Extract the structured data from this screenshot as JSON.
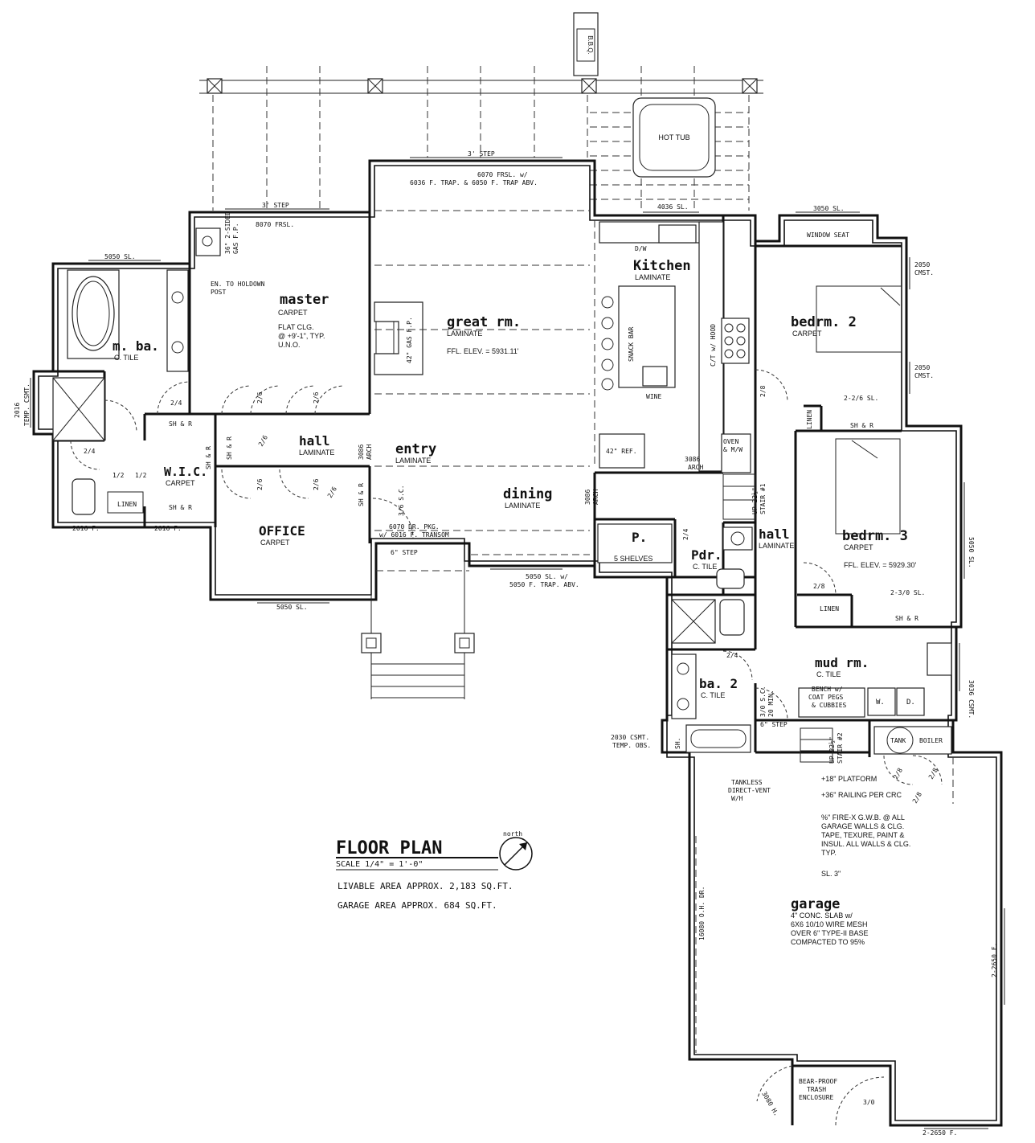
{
  "rooms": {
    "master": {
      "name": "master",
      "finish": "CARPET",
      "note1": "FLAT CLG.",
      "note2": "@ +9'-1\", TYP.",
      "note3": "U.N.O."
    },
    "m_ba": {
      "name": "m. ba.",
      "finish": "C. TILE"
    },
    "wic": {
      "name": "W.I.C.",
      "finish": "CARPET"
    },
    "hall_west": {
      "name": "hall",
      "finish": "LAMINATE"
    },
    "office": {
      "name": "OFFICE",
      "finish": "CARPET"
    },
    "great_rm": {
      "name": "great rm.",
      "finish": "LAMINATE",
      "elev": "FFL. ELEV. = 5931.11'"
    },
    "entry": {
      "name": "entry",
      "finish": "LAMINATE"
    },
    "dining": {
      "name": "dining",
      "finish": "LAMINATE"
    },
    "kitchen": {
      "name": "Kitchen",
      "finish": "LAMINATE"
    },
    "pantry": {
      "name": "P.",
      "note": "5 SHELVES"
    },
    "pdr": {
      "name": "Pdr.",
      "finish": "C. TILE"
    },
    "hall_east": {
      "name": "hall",
      "finish": "LAMINATE"
    },
    "bedrm2": {
      "name": "bedrm. 2",
      "finish": "CARPET"
    },
    "bedrm3": {
      "name": "bedrm. 3",
      "finish": "CARPET",
      "elev": "FFL. ELEV. = 5929.30'"
    },
    "mud_rm": {
      "name": "mud rm.",
      "finish": "C. TILE"
    },
    "ba2": {
      "name": "ba. 2",
      "finish": "C. TILE"
    },
    "garage": {
      "name": "garage",
      "spec": [
        "4\" CONC. SLAB w/",
        "6X6 10/10 WIRE MESH",
        "OVER 6\" TYPE-II BASE",
        "COMPACTED TO 95%"
      ],
      "notes": [
        "%\" FIRE-X G.W.B. @ ALL",
        "GARAGE WALLS & CLG.",
        "TAPE, TEXURE, PAINT &",
        "INSUL. ALL WALLS & CLG.",
        "TYP."
      ],
      "platform": "+18\" PLATFORM",
      "railing": "+36\" RAILING PER CRC",
      "slope": "SL. 3\""
    }
  },
  "labels": {
    "bbq": "B.B.Q.",
    "hot_tub": "HOT TUB",
    "step_top": "3' STEP",
    "window_great": "6070 FRSL. w/",
    "window_great2": "6036 F. TRAP. & 6050 F. TRAP ABV.",
    "step_master": "3' STEP",
    "window_master": "8070 FRSL.",
    "gas_fp": "36\" 2-SIDED",
    "gas_fp2": "GAS F.P.",
    "holdown": "EN. TO HOLDOWN",
    "holdown2": "POST",
    "gas_fp_great": "42\" GAS F.P.",
    "win_mba": "5050 SL.",
    "temp_csmt": "2016",
    "temp_csmt2": "TEMP. CSMT.",
    "win_kitchen": "4036 SL.",
    "dw": "D/W",
    "snack_bar": "SNACK BAR",
    "wine": "WINE",
    "hood": "C/T w/ HOOD",
    "ref": "42\" REF.",
    "oven": "OVEN",
    "oven2": "& M/W",
    "arch_k": "3086",
    "arch_k2": "ARCH",
    "arch_h": "3086",
    "arch_h2": "ARCH",
    "arch_d": "3086",
    "arch_d2": "ARCH",
    "win_b2": "3050 SL.",
    "window_seat": "WINDOW SEAT",
    "cmst1": "2050",
    "cmst1b": "CMST.",
    "cmst2": "2050",
    "cmst2b": "CMST.",
    "door_28": "2/8",
    "door_226": "2-2/6 SL.",
    "linen_b": "LINEN",
    "shr_b2": "SH & R",
    "win_b3": "5050 SL.",
    "door_28b": "2/8",
    "door_230": "2-3/0 SL.",
    "linen_c": "LINEN",
    "shr_b3": "SH & R",
    "csmt_mud": "3036 CSMT.",
    "bench": "BENCH w/",
    "bench2": "COAT PEGS",
    "bench3": "& CUBBIES",
    "washer": "W.",
    "dryer": "D.",
    "tank": "TANK",
    "boiler": "BOILER",
    "step6": "6\" STEP",
    "sc": "3/0 S.C.",
    "sc2": "20 MIN.",
    "stair1": "UP-22½\"",
    "stair1b": "STAIR #1",
    "stair2": "UP 22½\"",
    "stair2b": "STAIR #2",
    "tankless": "TANKLESS",
    "tankless2": "DIRECT-VENT",
    "tankless3": "W/H",
    "csmt_ba2": "2030 CSMT.",
    "csmt_ba2b": "TEMP. OBS.",
    "sh": "SH.",
    "oh_door": "16080 O.H. DR.",
    "garage_f1": "2-2650 F.",
    "garage_f2": "2-2650 F.",
    "trash": "BEAR-PROOF",
    "trash2": "TRASH",
    "trash3": "ENCLOSURE",
    "door_30": "3/0",
    "door_3080": "3080 H.",
    "win_office": "5050 SL.",
    "win_dining": "5050 SL. w/",
    "win_dining2": "5050 F. TRAP. ABV.",
    "front_door": "6070 DR. PKG.",
    "front_door2": "w/ 6016 F. TRANSOM",
    "step_front": "6\" STEP",
    "sc_front": "3/6 S.C.",
    "win_2016a": "2016 F.",
    "win_2016b": "2016 F.",
    "linen_a": "LINEN",
    "shr1": "SH & R",
    "shr2": "SH & R",
    "shr3": "SH & R",
    "shr4": "SH & R",
    "shr5": "SH & R",
    "d24a": "2/4",
    "d24b": "2/4",
    "d216a": "2/6",
    "d216b": "2/6",
    "d216c": "2/6",
    "d216d": "2/6",
    "d216e": "2/6",
    "d216f": "2/6",
    "d12": "1/2",
    "d12b": "1/2",
    "d24c": "2/4",
    "d24d": "2/4",
    "d28": "2/8",
    "d28c": "2/8",
    "d28d": "2/8"
  },
  "title": {
    "main": "FLOOR PLAN",
    "scale": "SCALE  1/4\" = 1'-0\"",
    "north": "north",
    "livable": "LIVABLE AREA APPROX. 2,183 SQ.FT.",
    "garage": "GARAGE AREA APPROX. 684 SQ.FT."
  }
}
